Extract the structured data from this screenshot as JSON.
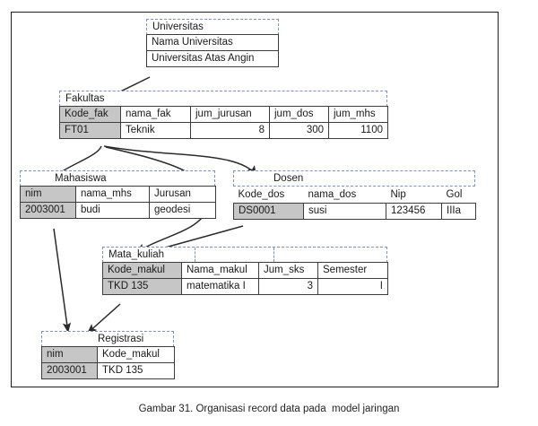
{
  "figure": {
    "caption": "Gambar 31. Organisasi record data pada  model jaringan",
    "top_clipped_text": ""
  },
  "records": {
    "universitas": {
      "title": "Universitas",
      "header": [
        "Nama Universitas"
      ],
      "row": [
        "Universitas Atas Angin"
      ]
    },
    "fakultas": {
      "title": "Fakultas",
      "header": [
        "Kode_fak",
        "nama_fak",
        "jum_jurusan",
        "jum_dos",
        "jum_mhs"
      ],
      "row": [
        "FT01",
        "Teknik",
        "8",
        "300",
        "1100"
      ]
    },
    "mahasiswa": {
      "title": "Mahasiswa",
      "header": [
        "nim",
        "nama_mhs",
        "Jurusan"
      ],
      "row": [
        "2003001",
        "budi",
        "geodesi"
      ]
    },
    "dosen": {
      "title": "Dosen",
      "header": [
        "Kode_dos",
        "nama_dos",
        "Nip",
        "Gol"
      ],
      "row": [
        "DS0001",
        "susi",
        "123456",
        "IIIa"
      ]
    },
    "mata_kuliah": {
      "title": "Mata_kuliah",
      "header": [
        "Kode_makul",
        "Nama_makul",
        "Jum_sks",
        "Semester"
      ],
      "row": [
        "TKD 135",
        "matematika I",
        "3",
        "I"
      ]
    },
    "registrasi": {
      "title": "Registrasi",
      "header": [
        "nim",
        "Kode_makul"
      ],
      "row": [
        "2003001",
        "TKD 135"
      ]
    }
  },
  "colors": {
    "key_cell": "#c6c6c6",
    "border": "#3d3d3d",
    "title_border": "#7d93c4",
    "frame": "#1d1d1d",
    "connector": "#2b2b2b"
  }
}
